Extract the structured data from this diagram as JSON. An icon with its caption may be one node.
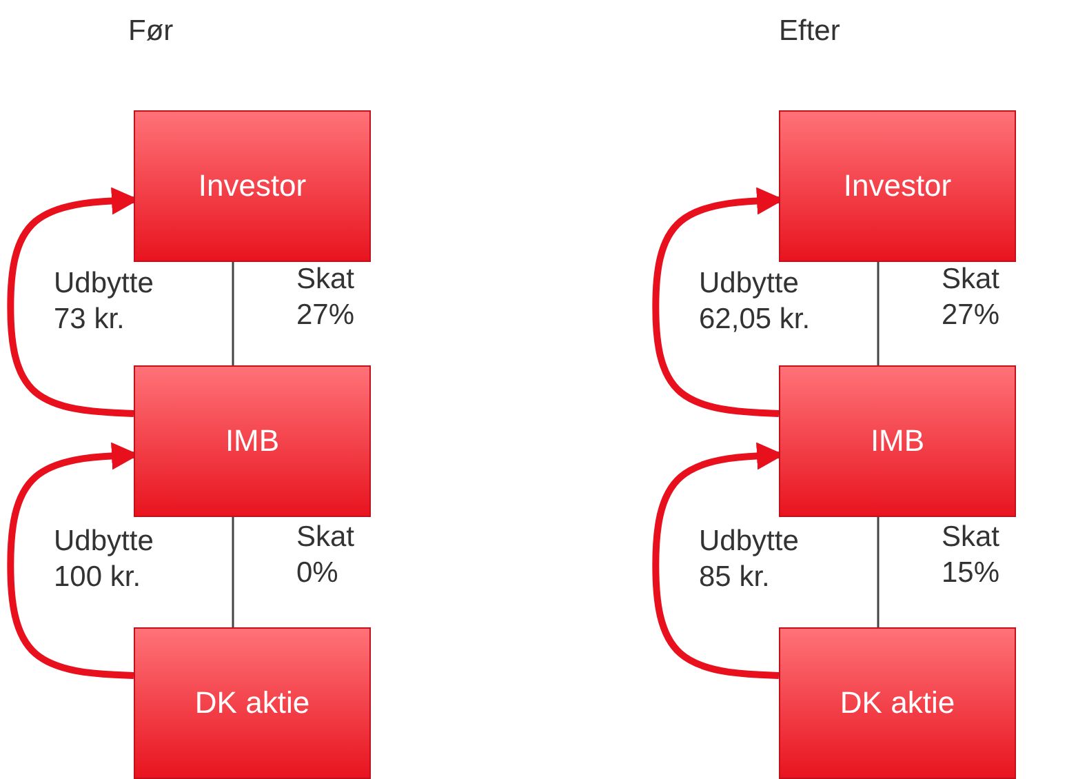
{
  "diagram": {
    "nodes": [
      {
        "text": [
          "Investor"
        ]
      },
      {
        "text": [
          "IMB"
        ]
      },
      {
        "text": [
          "DK aktie"
        ]
      },
      {
        "text": [
          "Investor"
        ]
      },
      {
        "text": [
          "IMB"
        ]
      },
      {
        "text": [
          "DK aktie"
        ]
      }
    ],
    "edges": [
      {
        "from": 0,
        "to": 1,
        "arrow": "none",
        "label": "Skat 27%"
      },
      {
        "from": 1,
        "to": 0,
        "arrow": "to",
        "label": "Udbytte 73 kr.",
        "style": "thick",
        "color": "#e8101c"
      },
      {
        "from": 1,
        "to": 2,
        "arrow": "none",
        "label": "Skat 0%"
      },
      {
        "from": 2,
        "to": 1,
        "arrow": "to",
        "label": "Udbytte 100 kr.",
        "style": "thick",
        "color": "#e8101c"
      },
      {
        "from": 3,
        "to": 4,
        "arrow": "none",
        "label": "Skat 27%"
      },
      {
        "from": 4,
        "to": 3,
        "arrow": "to",
        "label": "Udbytte 62,05 kr.",
        "style": "thick",
        "color": "#e8101c"
      },
      {
        "from": 4,
        "to": 5,
        "arrow": "none",
        "label": "Skat 15%"
      },
      {
        "from": 5,
        "to": 4,
        "arrow": "to",
        "label": "Udbytte 85 kr.",
        "style": "thick",
        "color": "#e8101c"
      }
    ],
    "labels": [
      "Før",
      "Efter"
    ]
  }
}
